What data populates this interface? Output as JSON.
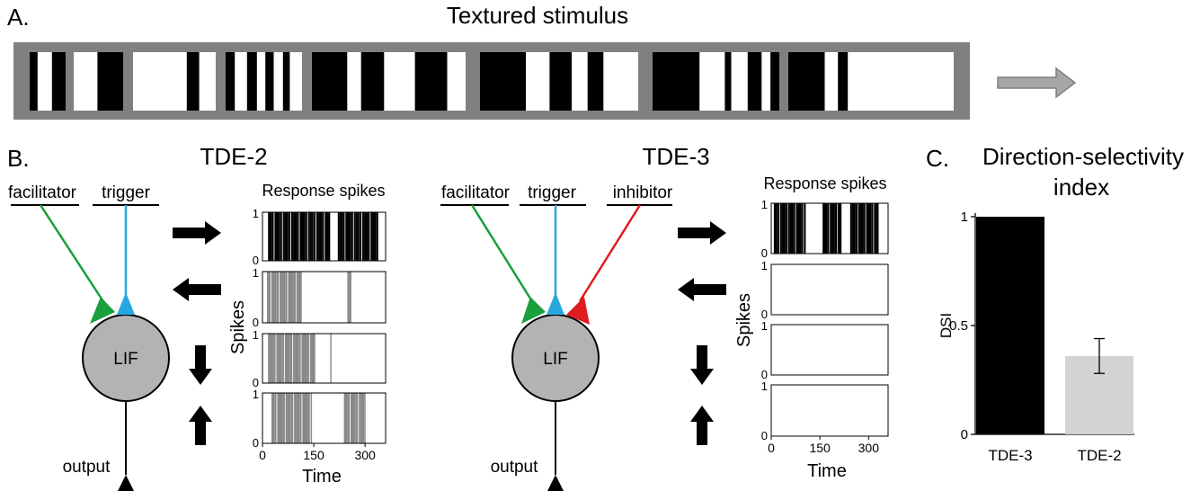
{
  "panelA": {
    "label": "A.",
    "title": "Textured stimulus",
    "stimulus_segments": [
      [
        [
          0,
          0.22
        ],
        [
          0.62,
          1.0
        ]
      ],
      [
        [
          0.48,
          1.0
        ]
      ],
      [
        [
          0.65,
          0.8
        ]
      ],
      [
        [
          0,
          0.12
        ],
        [
          0.28,
          0.41
        ],
        [
          0.52,
          0.63
        ],
        [
          0.75,
          0.84
        ]
      ],
      [
        [
          0,
          0.23
        ],
        [
          0.32,
          0.47
        ],
        [
          0.67,
          0.88
        ]
      ],
      [
        [
          0,
          0.29
        ],
        [
          0.44,
          0.58
        ],
        [
          0.68,
          0.78
        ]
      ],
      [
        [
          0,
          0.37
        ],
        [
          0.57,
          0.62
        ],
        [
          0.75,
          0.86
        ],
        [
          0.93,
          1.0
        ]
      ],
      [
        [
          0,
          0.22
        ],
        [
          0.3,
          0.36
        ]
      ]
    ],
    "stimulus_colors": {
      "frame": "#808080",
      "bar": "#000000",
      "background": "#ffffff"
    },
    "motion_arrow": "right-arrow-icon"
  },
  "panelB": {
    "label": "B.",
    "tde2": {
      "title": "TDE-2",
      "inputs": [
        {
          "label": "facilitator",
          "color": "#1a9e3e"
        },
        {
          "label": "trigger",
          "color": "#27a7e0"
        }
      ],
      "neuron": "LIF",
      "output": "output",
      "response_title": "Response spikes",
      "y_axis_label": "Spikes",
      "x_axis_label": "Time",
      "x_ticks": [
        "0",
        "150",
        "300"
      ],
      "y_ticks": [
        "0",
        "1"
      ],
      "x_range": [
        0,
        360
      ],
      "directions": [
        "right",
        "left",
        "down",
        "up"
      ],
      "spike_colors": [
        "#000000",
        "#888888",
        "#888888",
        "#888888"
      ],
      "spike_bursts": [
        [
          [
            18,
            200
          ],
          [
            222,
            338
          ]
        ],
        [
          [
            15,
            115
          ],
          [
            250,
            262
          ]
        ],
        [
          [
            18,
            155
          ],
          [
            200,
            204
          ]
        ],
        [
          [
            28,
            145
          ],
          [
            240,
            300
          ]
        ]
      ]
    },
    "tde3": {
      "title": "TDE-3",
      "inputs": [
        {
          "label": "facilitator",
          "color": "#1a9e3e"
        },
        {
          "label": "trigger",
          "color": "#27a7e0"
        },
        {
          "label": "inhibitor",
          "color": "#e11b22"
        }
      ],
      "neuron": "LIF",
      "output": "output",
      "response_title": "Response spikes",
      "y_axis_label": "Spikes",
      "x_axis_label": "Time",
      "x_ticks": [
        "0",
        "150",
        "300"
      ],
      "y_ticks": [
        "0",
        "1"
      ],
      "x_range": [
        0,
        360
      ],
      "directions": [
        "right",
        "left",
        "down",
        "up"
      ],
      "spike_colors": [
        "#000000",
        "#000000",
        "#000000",
        "#000000"
      ],
      "spike_bursts": [
        [
          [
            10,
            105
          ],
          [
            160,
            215
          ],
          [
            245,
            330
          ]
        ],
        [],
        [],
        []
      ]
    }
  },
  "panelC": {
    "label": "C.",
    "chart_data": {
      "type": "bar",
      "title": "Direction-selectivity index",
      "title_lines": [
        "Direction-selectivity",
        "index"
      ],
      "categories": [
        "TDE-3",
        "TDE-2"
      ],
      "values": [
        1.0,
        0.36
      ],
      "error": [
        0,
        0.08
      ],
      "colors": [
        "#000000",
        "#d3d3d3"
      ],
      "ylabel": "DSI",
      "yticks": [
        "0",
        "0.5",
        "1"
      ],
      "ylim": [
        0,
        1.0
      ]
    }
  }
}
